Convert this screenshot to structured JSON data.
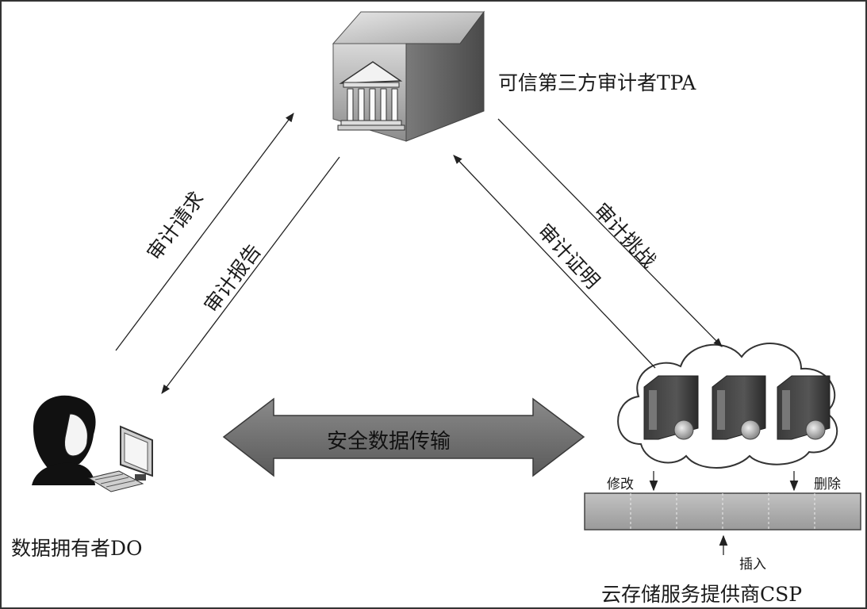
{
  "nodes": {
    "tpa": {
      "label": "可信第三方审计者TPA",
      "icon": "bank-building-icon"
    },
    "do": {
      "label": "数据拥有者DO",
      "icon": "user-computer-icon"
    },
    "csp": {
      "label": "云存储服务提供商CSP",
      "icon": "cloud-servers-icon"
    }
  },
  "edges": {
    "audit_request": "审计请求",
    "audit_report": "审计报告",
    "audit_proof": "审计证明",
    "audit_challenge": "审计挑战",
    "secure_transfer": "安全数据传输"
  },
  "storage_ops": {
    "modify": "修改",
    "delete": "删除",
    "insert": "插入"
  }
}
